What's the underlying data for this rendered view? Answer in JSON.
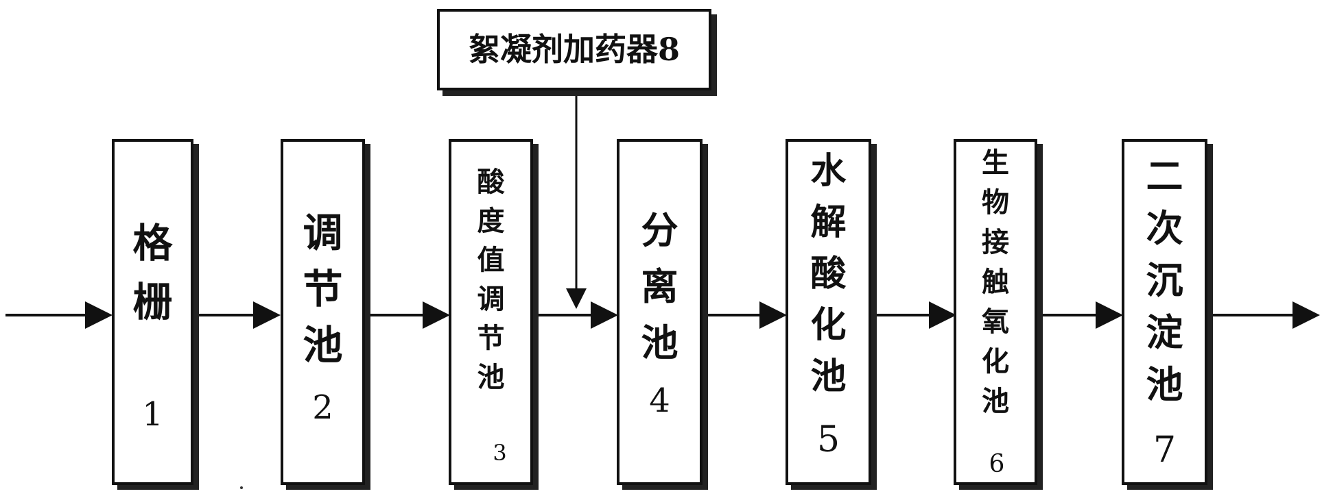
{
  "diagram": {
    "dosing": {
      "label": "絮凝剂加药器8"
    },
    "units": [
      {
        "chars": "格\n栅",
        "number": "1"
      },
      {
        "chars": "调\n节\n池",
        "number": "2"
      },
      {
        "chars": "酸\n度\n值\n调\n节\n池",
        "number": "3"
      },
      {
        "chars": "分\n离\n池",
        "number": "4"
      },
      {
        "chars": "水\n解\n酸\n化\n池",
        "number": "5"
      },
      {
        "chars": "生\n物\n接\n触\n氧\n化\n池",
        "number": "6"
      },
      {
        "chars": "二\n次\n沉\n淀\n池",
        "number": "7"
      }
    ]
  }
}
